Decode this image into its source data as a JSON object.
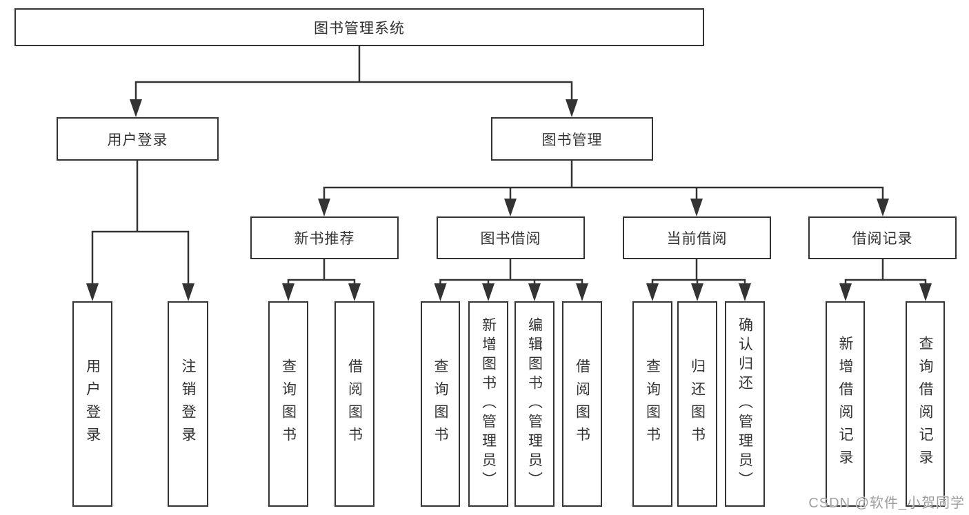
{
  "tree": {
    "label": "图书管理系统",
    "children": [
      {
        "label": "用户登录",
        "children": [
          {
            "label": "用户登录"
          },
          {
            "label": "注销登录"
          }
        ]
      },
      {
        "label": "图书管理",
        "children": [
          {
            "label": "新书推荐",
            "children": [
              {
                "label": "查询图书"
              },
              {
                "label": "借阅图书"
              }
            ]
          },
          {
            "label": "图书借阅",
            "children": [
              {
                "label": "查询图书"
              },
              {
                "label": "新增图书（管理员）"
              },
              {
                "label": "编辑图书（管理员）"
              },
              {
                "label": "借阅图书"
              }
            ]
          },
          {
            "label": "当前借阅",
            "children": [
              {
                "label": "查询图书"
              },
              {
                "label": "归还图书"
              },
              {
                "label": "确认归还（管理员）"
              }
            ]
          },
          {
            "label": "借阅记录",
            "children": [
              {
                "label": "新增借阅记录"
              },
              {
                "label": "查询借阅记录"
              }
            ]
          }
        ]
      }
    ]
  },
  "watermark": {
    "text": "CSDN @软件_小贺同学"
  },
  "colors": {
    "line": "#333333",
    "box_fill": "#ffffff",
    "text": "#333333",
    "watermark": "#9e9e9e",
    "background": "#ffffff"
  }
}
